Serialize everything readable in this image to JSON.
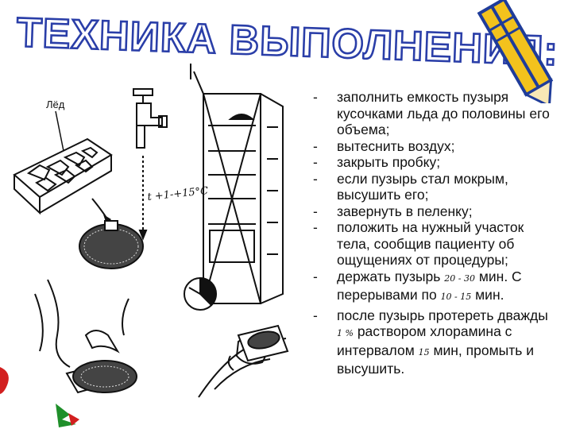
{
  "title": "ТЕХНИКА ВЫПОЛНЕНИЯ:",
  "labels": {
    "ice": "Лёд",
    "temperature": "t +1-+15°С"
  },
  "steps": [
    {
      "dash": "-",
      "text": "заполнить емкость пузыря кусочками льда до половины его объема;"
    },
    {
      "dash": "-",
      "text": "вытеснить воздух;"
    },
    {
      "dash": "-",
      "text": "закрыть пробку;"
    },
    {
      "dash": "-",
      "text": "если пузырь стал мокрым, высушить его;"
    },
    {
      "dash": "-",
      "text": "завернуть в пеленку;"
    },
    {
      "dash": "-",
      "text": "положить на нужный участок тела, сообщив пациенту об ощущениях от процедуры;"
    },
    {
      "dash": "-",
      "pre": "держать пузырь ",
      "n1": "20 - 30",
      "mid": " мин. С перерывами по ",
      "n2": "10 - 15",
      "post": " мин."
    },
    {
      "dash": "-",
      "pre": "после пузырь протереть дважды ",
      "n1": "1 %",
      "mid": " раствором хлорамина с интервалом ",
      "n2": "15",
      "post": " мин, промыть и высушить."
    }
  ],
  "colors": {
    "title_fill": "#ffffff",
    "title_stroke": "#2a3ea8",
    "pencil_yellow": "#f3c21d",
    "pencil_blue": "#1f3c9a",
    "deco_red": "#d21f1f",
    "deco_green": "#1f8f2a"
  },
  "icons": [
    "ice-tray-icon",
    "faucet-icon",
    "refrigerator-icon",
    "ice-bag-icon",
    "clock-icon",
    "hands-icon",
    "patient-icon",
    "pencil-icon"
  ]
}
